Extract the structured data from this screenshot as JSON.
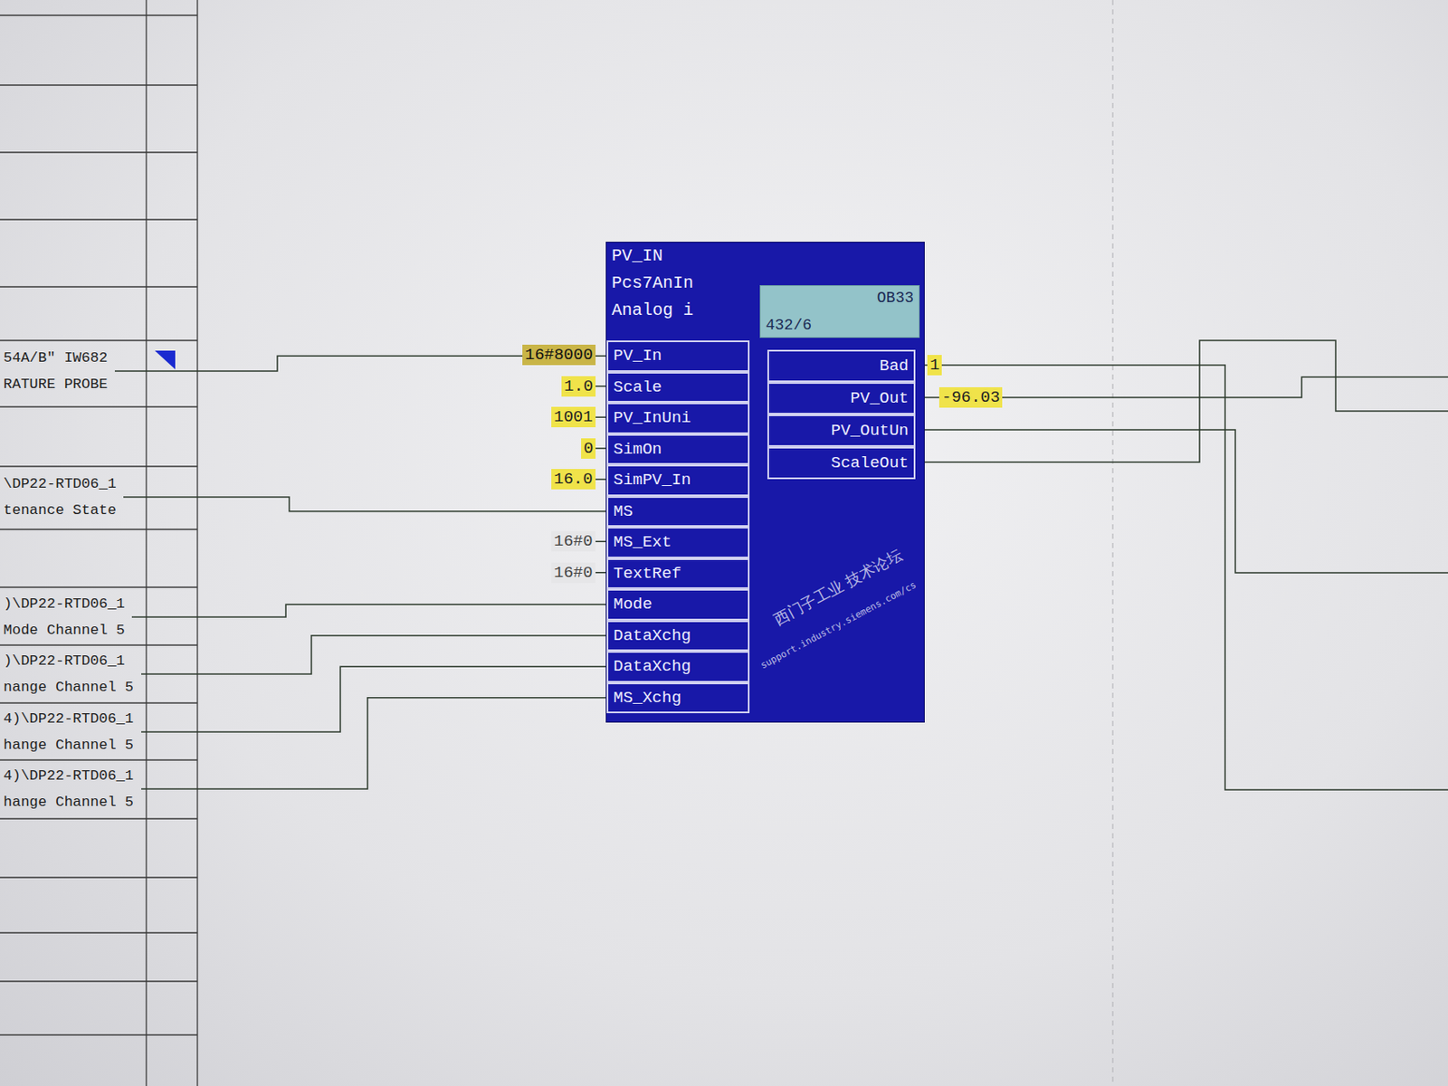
{
  "diagram": {
    "nodes": [
      {
        "text": [
          "54A/B\" IW682",
          "RATURE PROBE"
        ]
      },
      {
        "text": [
          "\\DP22-RTD06_1",
          "tenance State"
        ]
      },
      {
        "text": [
          ")\\DP22-RTD06_1",
          "Mode Channel 5"
        ]
      },
      {
        "text": [
          ")\\DP22-RTD06_1",
          "nange Channel 5"
        ]
      },
      {
        "text": [
          "4)\\DP22-RTD06_1",
          "hange Channel 5"
        ]
      },
      {
        "text": [
          "4)\\DP22-RTD06_1",
          "hange Channel 5"
        ]
      },
      {
        "text": [
          "PV_IN",
          "Pcs7AnIn",
          "Analog i"
        ]
      },
      {
        "text": [
          "OB33",
          "432/6"
        ],
        "in": 6
      },
      {
        "text": [
          "PV_In"
        ],
        "in": 6
      },
      {
        "text": [
          "Scale"
        ],
        "in": 6
      },
      {
        "text": [
          "PV_InUni"
        ],
        "in": 6
      },
      {
        "text": [
          "SimOn"
        ],
        "in": 6
      },
      {
        "text": [
          "SimPV_In"
        ],
        "in": 6
      },
      {
        "text": [
          "MS"
        ],
        "in": 6
      },
      {
        "text": [
          "MS_Ext"
        ],
        "in": 6
      },
      {
        "text": [
          "TextRef"
        ],
        "in": 6
      },
      {
        "text": [
          "Mode"
        ],
        "in": 6
      },
      {
        "text": [
          "DataXchg"
        ],
        "in": 6
      },
      {
        "text": [
          "DataXchg"
        ],
        "in": 6
      },
      {
        "text": [
          "MS_Xchg"
        ],
        "in": 6
      },
      {
        "text": [
          "Bad"
        ],
        "in": 6
      },
      {
        "text": [
          "PV_Out"
        ],
        "in": 6
      },
      {
        "text": [
          "PV_OutUn"
        ],
        "in": 6
      },
      {
        "text": [
          "ScaleOut"
        ],
        "in": 6
      }
    ],
    "edges": [
      {
        "from": 0,
        "to": 8,
        "arrow": "none"
      },
      {
        "from": 1,
        "to": 13,
        "arrow": "none"
      },
      {
        "from": 2,
        "to": 16,
        "arrow": "none"
      },
      {
        "from": 3,
        "to": 17,
        "arrow": "none"
      },
      {
        "from": 4,
        "to": 18,
        "arrow": "none"
      },
      {
        "from": 5,
        "to": 19,
        "arrow": "none"
      }
    ],
    "labels": [
      "16#8000",
      "1.0",
      "1001",
      "0",
      "16.0",
      "16#0",
      "16#0",
      "1",
      "-96.03",
      "西门子工业 技术论坛",
      "support.industry.siemens.com/cs"
    ]
  }
}
